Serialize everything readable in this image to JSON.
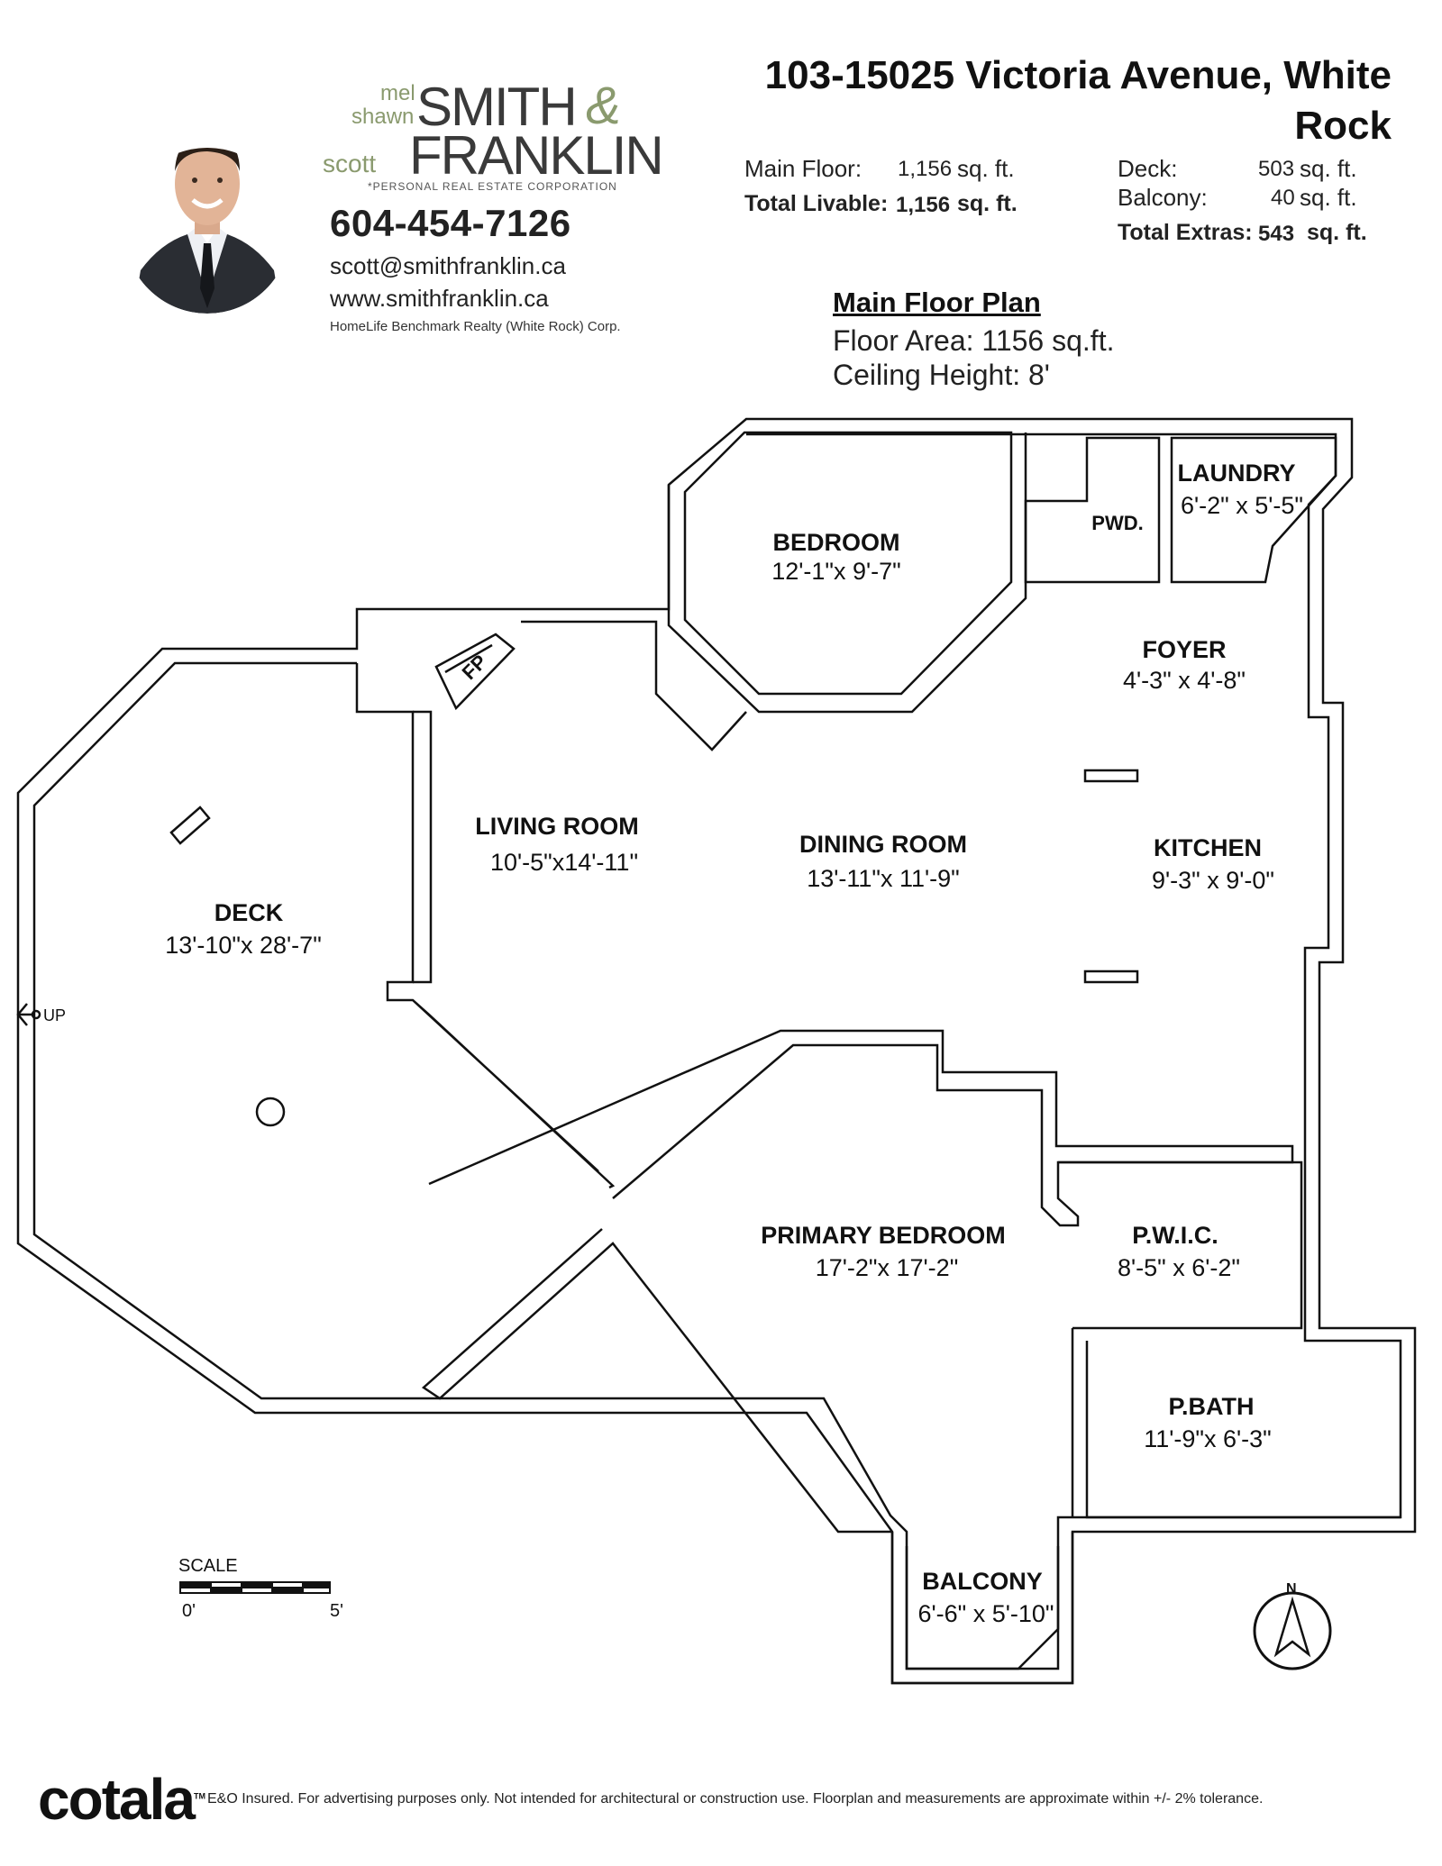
{
  "agent": {
    "names_small": [
      "mel",
      "shawn",
      "scott"
    ],
    "name_smith": "SMITH",
    "ampersand": "&",
    "name_franklin": "FRANKLIN",
    "tagline": "*PERSONAL REAL ESTATE CORPORATION",
    "phone": "604-454-7126",
    "email": "scott@smithfranklin.ca",
    "website": "www.smithfranklin.ca",
    "brokerage": "HomeLife Benchmark Realty (White Rock) Corp."
  },
  "property": {
    "address_line1": "103-15025 Victoria Avenue, White",
    "address_line2": "Rock",
    "main_floor_label": "Main Floor:",
    "main_floor_value": "1,156",
    "total_livable_label": "Total Livable:",
    "total_livable_value": "1,156",
    "deck_label": "Deck:",
    "deck_value": "503",
    "balcony_label": "Balcony:",
    "balcony_value": "40",
    "total_extras_label": "Total Extras:",
    "total_extras_value": "543",
    "unit": "sq. ft."
  },
  "plan_header": {
    "title": "Main Floor Plan",
    "floor_area": "Floor Area: 1156 sq.ft.",
    "ceiling_height": "Ceiling Height: 8'"
  },
  "rooms": {
    "bedroom": {
      "name": "BEDROOM",
      "dims": "12'-1\"x 9'-7\""
    },
    "pwd": {
      "name": "PWD."
    },
    "laundry": {
      "name": "LAUNDRY",
      "dims": "6'-2\" x 5'-5\""
    },
    "foyer": {
      "name": "FOYER",
      "dims": "4'-3\" x 4'-8\""
    },
    "fp": {
      "name": "FP"
    },
    "living": {
      "name": "LIVING ROOM",
      "dims": "10'-5\"x14'-11\""
    },
    "dining": {
      "name": "DINING ROOM",
      "dims": "13'-11\"x 11'-9\""
    },
    "kitchen": {
      "name": "KITCHEN",
      "dims": "9'-3\" x 9'-0\""
    },
    "deck": {
      "name": "DECK",
      "dims": "13'-10\"x 28'-7\""
    },
    "primary": {
      "name": "PRIMARY BEDROOM",
      "dims": "17'-2\"x 17'-2\""
    },
    "pwic": {
      "name": "P.W.I.C.",
      "dims": "8'-5\" x 6'-2\""
    },
    "pbath": {
      "name": "P.BATH",
      "dims": "11'-9\"x 6'-3\""
    },
    "balcony": {
      "name": "BALCONY",
      "dims": "6'-6\" x 5'-10\""
    }
  },
  "plan_labels": {
    "up": "UP",
    "scale": "SCALE",
    "scale_start": "0'",
    "scale_end": "5'",
    "north": "N"
  },
  "footer": {
    "logo": "cotala",
    "trademark": "TM",
    "disclaimer": "E&O Insured. For advertising purposes only. Not intended for architectural or construction use. Floorplan and measurements are approximate within +/- 2% tolerance."
  }
}
